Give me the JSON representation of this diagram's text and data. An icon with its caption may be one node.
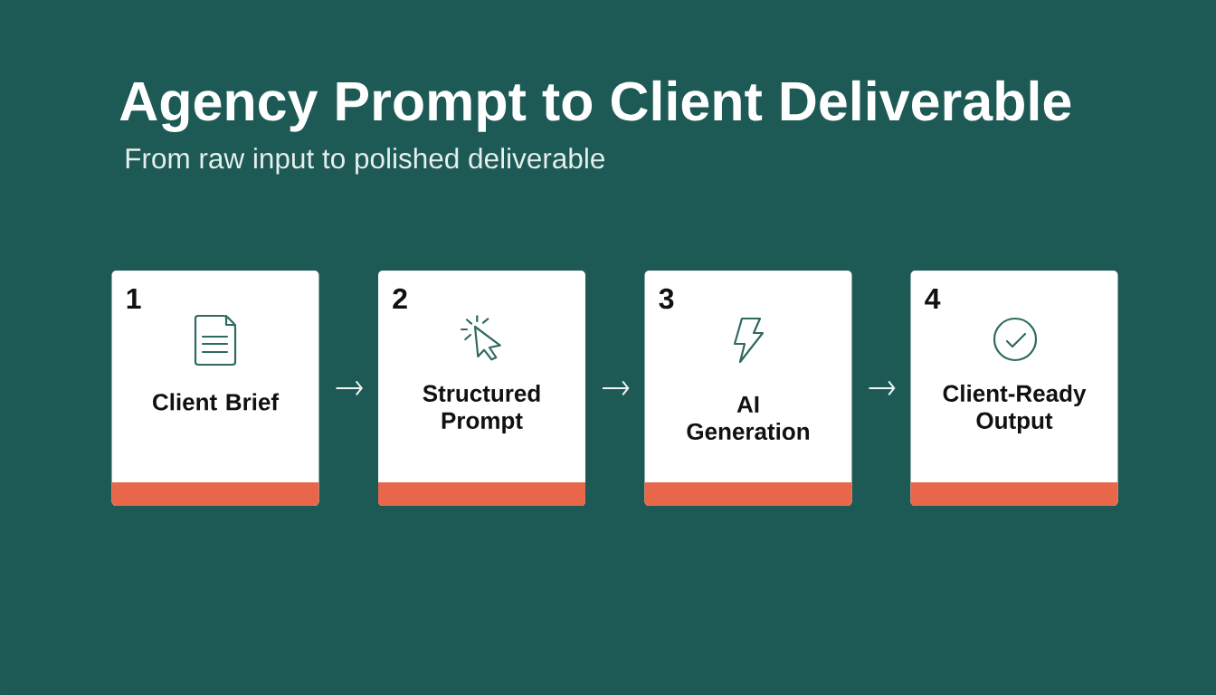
{
  "diagram": {
    "title": "Agency Prompt to Client Deliverable",
    "nodes": [
      {
        "text": [
          "1",
          "Client Brief"
        ]
      },
      {
        "text": [
          "2",
          "Structured Prompt"
        ]
      },
      {
        "text": [
          "3",
          "AI Generation"
        ]
      },
      {
        "text": [
          "4",
          "Client-Ready Output"
        ]
      }
    ],
    "edges": [
      {
        "from": 0,
        "to": 1,
        "arrow": "to"
      },
      {
        "from": 1,
        "to": 2,
        "arrow": "to"
      },
      {
        "from": 2,
        "to": 3,
        "arrow": "to"
      }
    ],
    "labels": [
      "From raw input to polished deliverable"
    ]
  }
}
